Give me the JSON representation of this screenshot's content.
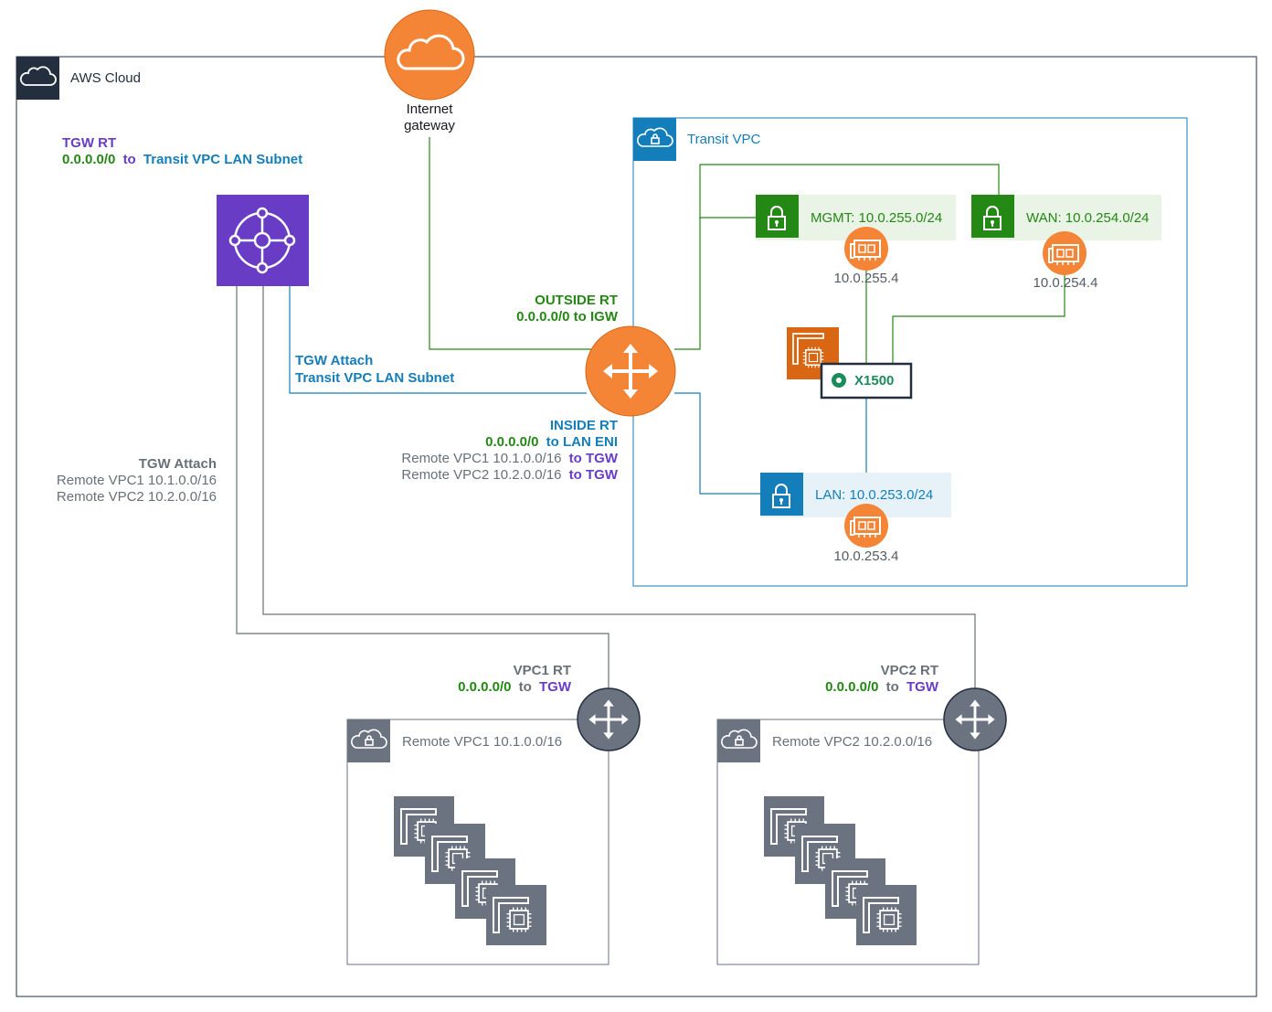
{
  "colors": {
    "aws_dark": "#232f3e",
    "transit_blue": "#147eba",
    "subnet_green": "#248814",
    "subnet_green_bg": "#e9f3e6",
    "subnet_blue_bg": "#e6f2f8",
    "orange": "#f58536",
    "ec2_orange": "#d86613",
    "tgw_purple": "#693cc5",
    "router_gray": "#6b7280",
    "text_gray": "#545b64"
  },
  "aws_cloud": {
    "label": "AWS Cloud",
    "icon": "cloud-icon"
  },
  "internet_gateway": {
    "line1": "Internet",
    "line2": "gateway",
    "icon": "cloud-icon"
  },
  "tgw_rt": {
    "title": "TGW RT",
    "route_cidr": "0.0.0.0/0",
    "route_to": "to",
    "route_target": "Transit VPC LAN Subnet"
  },
  "tgw_attach_transit": {
    "line1": "TGW Attach",
    "line2": "Transit VPC LAN Subnet"
  },
  "tgw_attach_remote": {
    "title": "TGW Attach",
    "line1": "Remote VPC1 10.1.0.0/16",
    "line2": "Remote VPC2 10.2.0.0/16"
  },
  "transit_vpc": {
    "label": "Transit VPC",
    "icon": "vpc-cloud-lock-icon"
  },
  "outside_rt": {
    "title": "OUTSIDE RT",
    "route": "0.0.0.0/0 to IGW"
  },
  "inside_rt": {
    "title": "INSIDE RT",
    "route1_cidr": "0.0.0.0/0",
    "route1_target": "to LAN ENI",
    "route2_cidr": "Remote VPC1 10.1.0.0/16",
    "route2_target": "to TGW",
    "route3_cidr": "Remote VPC2 10.2.0.0/16",
    "route3_target": "to TGW"
  },
  "subnets": {
    "mgmt": {
      "label": "MGMT: 10.0.255.0/24",
      "eni_ip": "10.0.255.4"
    },
    "wan": {
      "label": "WAN: 10.0.254.0/24",
      "eni_ip": "10.0.254.4"
    },
    "lan": {
      "label": "LAN: 10.0.253.0/24",
      "eni_ip": "10.0.253.4"
    }
  },
  "firewall": {
    "label": "X1500"
  },
  "vpc1_rt": {
    "title": "VPC1 RT",
    "route_cidr": "0.0.0.0/0",
    "route_to": "to",
    "route_target": "TGW"
  },
  "vpc2_rt": {
    "title": "VPC2 RT",
    "route_cidr": "0.0.0.0/0",
    "route_to": "to",
    "route_target": "TGW"
  },
  "remote_vpc1": {
    "label": "Remote VPC1 10.1.0.0/16"
  },
  "remote_vpc2": {
    "label": "Remote VPC2 10.2.0.0/16"
  }
}
